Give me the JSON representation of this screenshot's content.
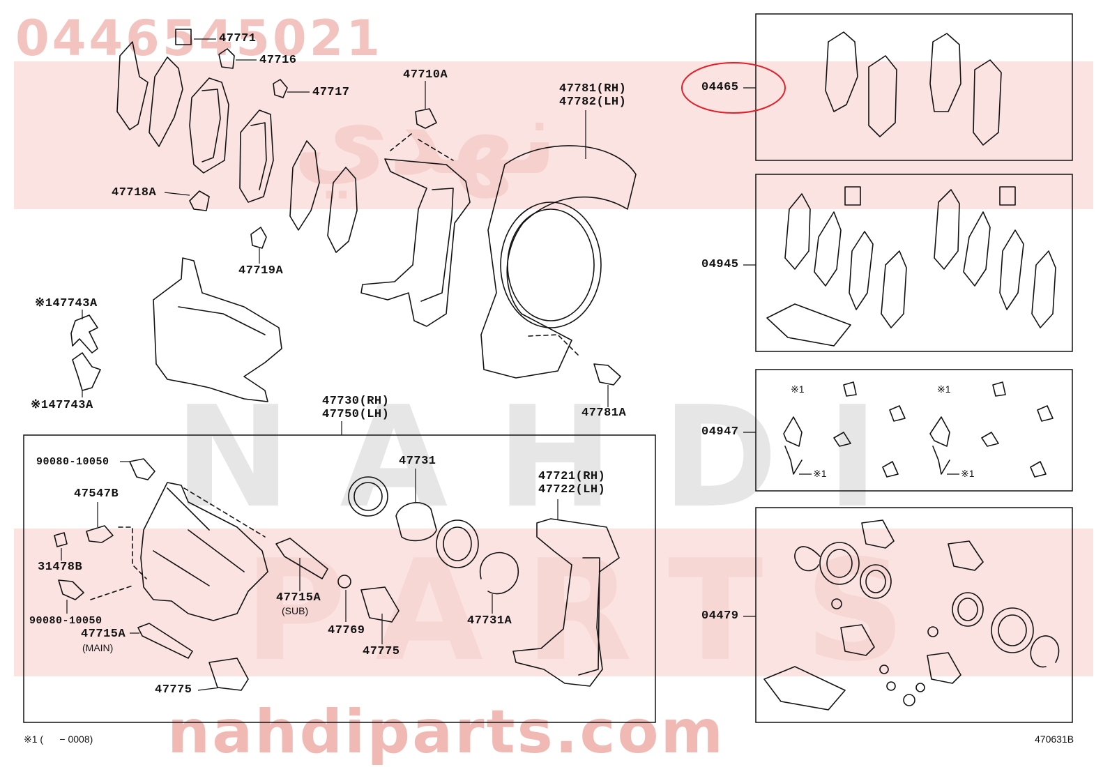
{
  "watermark": {
    "part_number": "0446545021",
    "brand": "NAHDI",
    "brand_line2": "PARTS",
    "arabic": "نهدي",
    "site": "nahdiparts.com"
  },
  "labels": {
    "l47771": "47771",
    "l47716": "47716",
    "l47717": "47717",
    "l47710A": "47710A",
    "l47781": "47781(RH)",
    "l47782": "47782(LH)",
    "l47718A": "47718A",
    "l47719A": "47719A",
    "l47743A_top": "※147743A",
    "l47743A_bot": "※147743A",
    "l47781A": "47781A",
    "l47730": "47730(RH)",
    "l47750": "47750(LH)",
    "l90080_top": "90080-10050",
    "l47547B": "47547B",
    "l31478B": "31478B",
    "l90080_bot": "90080-10050",
    "l47715A_main": "47715A",
    "main_sub": "(MAIN)",
    "l47731": "47731",
    "l47715A_sub": "47715A",
    "sub_sub": "(SUB)",
    "l47769": "47769",
    "l47775_mid": "47775",
    "l47731A": "47731A",
    "l47721": "47721(RH)",
    "l47722": "47722(LH)",
    "l47775_bot": "47775",
    "l04465": "04465",
    "l04945": "04945",
    "l04947": "04947",
    "l04479": "04479",
    "star1_a": "※1",
    "star1_b": "※1",
    "star1_c": "※1",
    "star1_d": "※1"
  },
  "footnote": "※1 (      − 0008)",
  "diagram_id": "470631B",
  "colors": {
    "highlight": "#e0202a",
    "watermark": "#f2c3bf",
    "band": "#fbe3e1",
    "line": "#111111"
  }
}
